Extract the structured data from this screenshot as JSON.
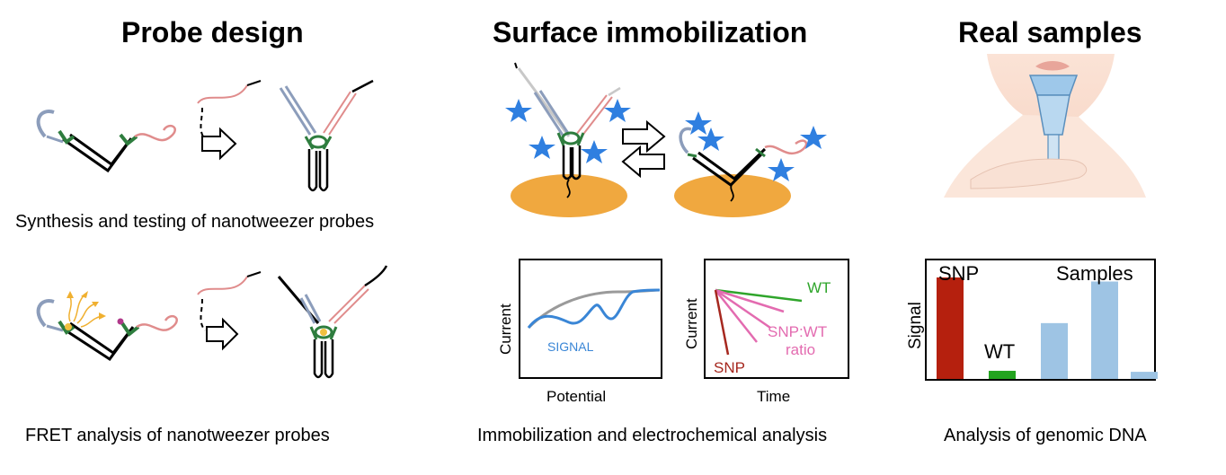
{
  "columns": {
    "probe_design": {
      "title": "Probe design",
      "caption_top": "Synthesis and testing of nanotweezer probes",
      "caption_bottom": "FRET analysis of nanotweezer probes"
    },
    "surface": {
      "title": "Surface immobilization",
      "caption": "Immobilization and electrochemical analysis",
      "plot_potential": {
        "ylabel": "Current",
        "xlabel": "Potential",
        "annotation": "SIGNAL"
      },
      "plot_time": {
        "ylabel": "Current",
        "xlabel": "Time",
        "label_wt": "WT",
        "label_ratio_1": "SNP:WT",
        "label_ratio_2": "ratio",
        "label_snp": "SNP"
      }
    },
    "samples": {
      "title": "Real samples",
      "caption": "Analysis of genomic DNA"
    }
  },
  "chart_data": {
    "type": "bar",
    "ylabel": "Signal",
    "annotations": [
      "SNP",
      "WT",
      "Samples"
    ],
    "categories": [
      "SNP",
      "WT",
      "",
      "",
      ""
    ],
    "values": [
      1.0,
      0.08,
      0.55,
      0.96,
      0.07
    ],
    "colors": [
      "#b5200e",
      "#23a41f",
      "#9ec4e4",
      "#9ec4e4",
      "#9ec4e4"
    ],
    "ylim": [
      0,
      1.1
    ]
  },
  "colors": {
    "blue_strand": "#8c9dbb",
    "red_strand": "#e08c8c",
    "green_clamp": "#2e7d3e",
    "star": "#2f7fe0",
    "electrode": "#f0a83f",
    "signal_curve": "#3a86d6",
    "wt_line": "#2fa52b",
    "ratio_lines": "#e36bb0",
    "snp_line": "#a6281f"
  }
}
